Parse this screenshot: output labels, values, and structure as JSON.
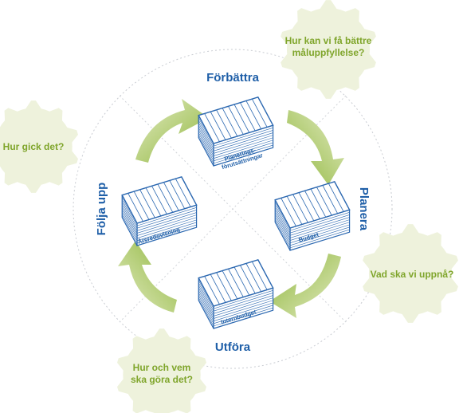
{
  "phases": {
    "top": "Förbättra",
    "right": "Planera",
    "bottom": "Utföra",
    "left": "Följa upp"
  },
  "documents": {
    "top": [
      "Planerings-",
      "förutsättningar"
    ],
    "right": "Budget",
    "bottom": "Internbudget",
    "left": "Årsredovisning"
  },
  "questions": {
    "top_right": [
      "Hur kan vi få bättre",
      "måluppfyllelse?"
    ],
    "left": "Hur gick det?",
    "right": "Vad ska vi uppnå?",
    "bottom_left": [
      "Hur och vem",
      "ska göra det?"
    ]
  },
  "colors": {
    "phase_text": "#1f5fa8",
    "question_text": "#7fa52b",
    "gear_fill": "#eef2dc",
    "arrow_light": "#e4ecc4",
    "arrow_dark": "#8db53a",
    "doc_blue": "#2a67b0"
  }
}
